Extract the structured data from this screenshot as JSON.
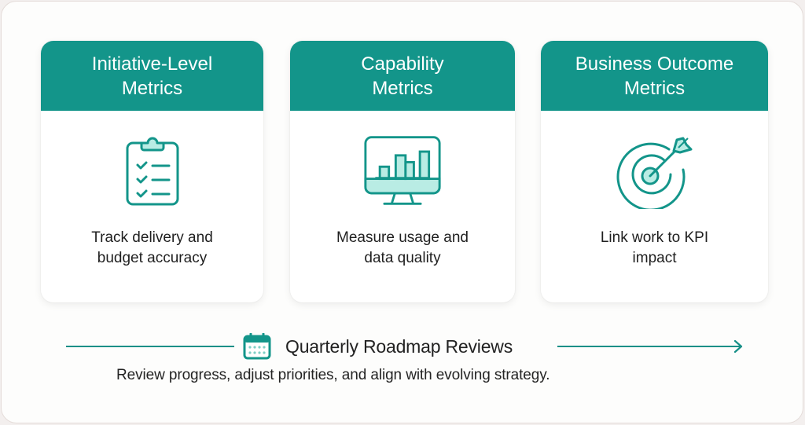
{
  "colors": {
    "accent": "#13958a",
    "accent_light": "#b9ece4",
    "text": "#1f1f1f",
    "card_bg": "#ffffff",
    "page_bg": "#fdfdfc"
  },
  "cards": [
    {
      "title_line1": "Initiative-Level",
      "title_line2": "Metrics",
      "icon": "clipboard-checklist-icon",
      "desc_line1": "Track delivery and",
      "desc_line2": "budget accuracy"
    },
    {
      "title_line1": "Capability",
      "title_line2": "Metrics",
      "icon": "monitor-bar-chart-icon",
      "desc_line1": "Measure usage and",
      "desc_line2": "data quality"
    },
    {
      "title_line1": "Business Outcome",
      "title_line2": "Metrics",
      "icon": "target-arrow-icon",
      "desc_line1": "Link work to KPI",
      "desc_line2": "impact"
    }
  ],
  "timeline": {
    "icon": "calendar-icon",
    "title": "Quarterly Roadmap Reviews",
    "subtitle": "Review progress, adjust priorities, and align with evolving strategy."
  }
}
